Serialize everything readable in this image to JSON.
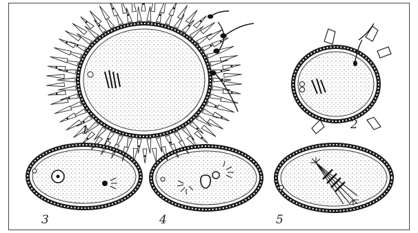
{
  "diagram": {
    "panels": [
      {
        "id": "1",
        "label": "1",
        "content": "oocyte-with-corona-radiata-and-sperm"
      },
      {
        "id": "2",
        "label": "2",
        "content": "sperm-entry-follicle-cells-detaching"
      },
      {
        "id": "3",
        "label": "3",
        "content": "female-nucleus-and-sperm-head"
      },
      {
        "id": "4",
        "label": "4",
        "content": "pronuclei-approaching"
      },
      {
        "id": "5",
        "label": "5",
        "content": "first-cleavage-spindle"
      }
    ]
  },
  "colors": {
    "ink": "#1a1a1a",
    "border": "#444444",
    "background": "#ffffff"
  },
  "icons": {
    "zona": "double-ring",
    "cytoplasm": "stipple"
  }
}
